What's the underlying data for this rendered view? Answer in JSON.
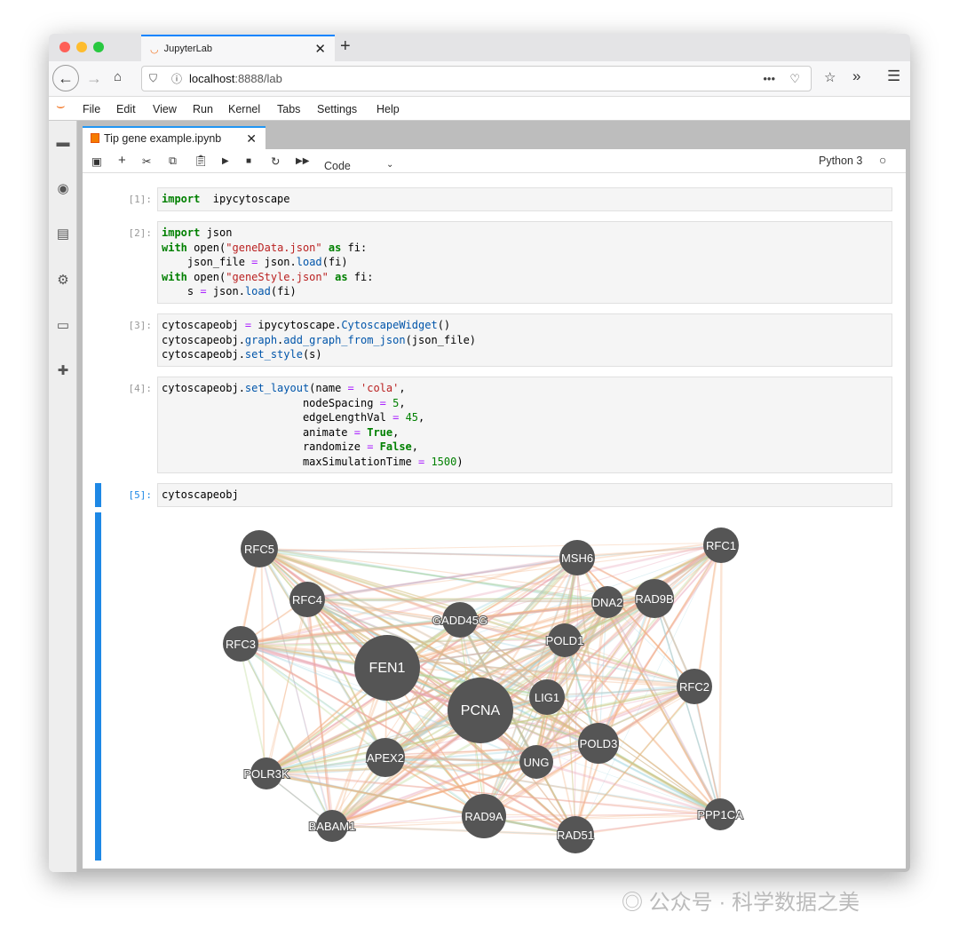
{
  "browser": {
    "tab_title": "JupyterLab",
    "url_host": "localhost",
    "url_rest": ":8888/lab"
  },
  "menu": [
    "File",
    "Edit",
    "View",
    "Run",
    "Kernel",
    "Tabs",
    "Settings",
    "Help"
  ],
  "notebook": {
    "tab_title": "Tip gene example.ipynb",
    "cell_type": "Code",
    "kernel": "Python 3"
  },
  "cells": [
    {
      "prompt": "[1]:",
      "lines": [
        [
          [
            "k",
            "import"
          ],
          [
            "",
            "  ipycytoscape"
          ]
        ]
      ]
    },
    {
      "prompt": "[2]:",
      "lines": [
        [
          [
            "k",
            "import"
          ],
          [
            "",
            " json"
          ]
        ],
        [
          [
            "k",
            "with"
          ],
          [
            "",
            " open("
          ],
          [
            "s",
            "\"geneData.json\""
          ],
          [
            "",
            " "
          ],
          [
            "k",
            "as"
          ],
          [
            "",
            " fi:"
          ]
        ],
        [
          [
            "",
            "    json_file "
          ],
          [
            "o",
            "="
          ],
          [
            "",
            " json."
          ],
          [
            "m",
            "load"
          ],
          [
            "",
            "(fi)"
          ]
        ],
        [
          [
            "k",
            "with"
          ],
          [
            "",
            " open("
          ],
          [
            "s",
            "\"geneStyle.json\""
          ],
          [
            "",
            " "
          ],
          [
            "k",
            "as"
          ],
          [
            "",
            " fi:"
          ]
        ],
        [
          [
            "",
            "    s "
          ],
          [
            "o",
            "="
          ],
          [
            "",
            " json."
          ],
          [
            "m",
            "load"
          ],
          [
            "",
            "(fi)"
          ]
        ]
      ]
    },
    {
      "prompt": "[3]:",
      "lines": [
        [
          [
            "",
            "cytoscapeobj "
          ],
          [
            "o",
            "="
          ],
          [
            "",
            " ipycytoscape."
          ],
          [
            "m",
            "CytoscapeWidget"
          ],
          [
            "",
            "()"
          ]
        ],
        [
          [
            "",
            "cytoscapeobj."
          ],
          [
            "m",
            "graph"
          ],
          [
            "",
            "."
          ],
          [
            "m",
            "add_graph_from_json"
          ],
          [
            "",
            "(json_file)"
          ]
        ],
        [
          [
            "",
            "cytoscapeobj."
          ],
          [
            "m",
            "set_style"
          ],
          [
            "",
            "(s)"
          ]
        ]
      ]
    },
    {
      "prompt": "[4]:",
      "lines": [
        [
          [
            "",
            "cytoscapeobj."
          ],
          [
            "m",
            "set_layout"
          ],
          [
            "",
            "(name "
          ],
          [
            "o",
            "="
          ],
          [
            "",
            " "
          ],
          [
            "s",
            "'cola'"
          ],
          [
            "",
            ","
          ]
        ],
        [
          [
            "",
            "                      nodeSpacing "
          ],
          [
            "o",
            "="
          ],
          [
            "",
            " "
          ],
          [
            "n",
            "5"
          ],
          [
            "",
            ","
          ]
        ],
        [
          [
            "",
            "                      edgeLengthVal "
          ],
          [
            "o",
            "="
          ],
          [
            "",
            " "
          ],
          [
            "n",
            "45"
          ],
          [
            "",
            ","
          ]
        ],
        [
          [
            "",
            "                      animate "
          ],
          [
            "o",
            "="
          ],
          [
            "",
            " "
          ],
          [
            "k",
            "True"
          ],
          [
            "",
            ","
          ]
        ],
        [
          [
            "",
            "                      randomize "
          ],
          [
            "o",
            "="
          ],
          [
            "",
            " "
          ],
          [
            "k",
            "False"
          ],
          [
            "",
            ","
          ]
        ],
        [
          [
            "",
            "                      maxSimulationTime "
          ],
          [
            "o",
            "="
          ],
          [
            "",
            " "
          ],
          [
            "n",
            "1500"
          ],
          [
            "",
            ")"
          ]
        ]
      ]
    },
    {
      "prompt": "[5]:",
      "lines": [
        [
          [
            "",
            "cytoscapeobj"
          ]
        ]
      ]
    }
  ],
  "graph": {
    "nodes": [
      "RFC5",
      "RFC1",
      "MSH6",
      "RFC4",
      "DNA2",
      "RAD9B",
      "GADD45G",
      "POLD1",
      "RFC3",
      "FEN1",
      "PCNA",
      "LIG1",
      "RFC2",
      "POLD3",
      "APEX2",
      "UNG",
      "POLR3K",
      "PPP1CA",
      "BABAM1",
      "RAD9A",
      "RAD51"
    ],
    "edge_colors": [
      "#f4b183",
      "#f4b183",
      "#f4b183",
      "#9fd3e0",
      "#e9a3b8",
      "#b7d88c"
    ],
    "node_color": "#555555"
  },
  "watermark": "公众号 · 科学数据之美"
}
